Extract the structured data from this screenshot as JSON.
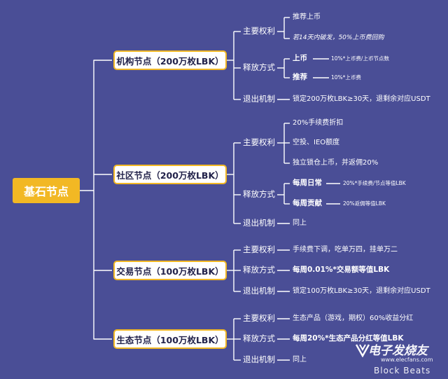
{
  "root": {
    "label": "基石节点"
  },
  "nodes": [
    {
      "label": "机构节点（200万枚LBK）",
      "rights": {
        "label": "主要权利",
        "items": [
          "推荐上币",
          "若14天内破发，50%上币费回购"
        ]
      },
      "release": {
        "label": "释放方式",
        "items": [
          {
            "label": "上币",
            "note": "10%*上币费/上币节点数"
          },
          {
            "label": "推荐",
            "note": "10%*上币费"
          }
        ]
      },
      "exit": {
        "label": "退出机制",
        "text": "锁定200万枚LBK≥30天，退剩余对应USDT"
      }
    },
    {
      "label": "社区节点（200万枚LBK）",
      "rights": {
        "label": "主要权利",
        "items": [
          "20%手续费折扣",
          "空投、IEO额度",
          "独立锁仓上币，并返佣20%"
        ]
      },
      "release": {
        "label": "释放方式",
        "items": [
          {
            "label": "每周日常",
            "note": "20%*手续费/节点等值LBK"
          },
          {
            "label": "每周贡献",
            "note": "20%返佣等值LBK"
          }
        ]
      },
      "exit": {
        "label": "退出机制",
        "text": "同上"
      }
    },
    {
      "label": "交易节点（100万枚LBK）",
      "rights": {
        "label": "主要权利",
        "text": "手续费下调，吃单万四，挂单万二"
      },
      "release": {
        "label": "释放方式",
        "text": "每周0.01%*交易额等值LBK"
      },
      "exit": {
        "label": "退出机制",
        "text": "锁定100万枚LBK≥30天，退剩余对应USDT"
      }
    },
    {
      "label": "生态节点（100万枚LBK）",
      "rights": {
        "label": "主要权利",
        "text": "生态产品（游戏，期权）60%收益分红"
      },
      "release": {
        "label": "释放方式",
        "text": "每周20%*生态产品分红等值LBK"
      },
      "exit": {
        "label": "退出机制",
        "text": "同上"
      }
    }
  ],
  "watermark": {
    "title": "电子发烧友",
    "site": "www.elecfans.com",
    "brand": "Block Beats"
  },
  "colors": {
    "background": "#4a4e96",
    "accent": "#f2b824",
    "line": "#ffffff"
  }
}
